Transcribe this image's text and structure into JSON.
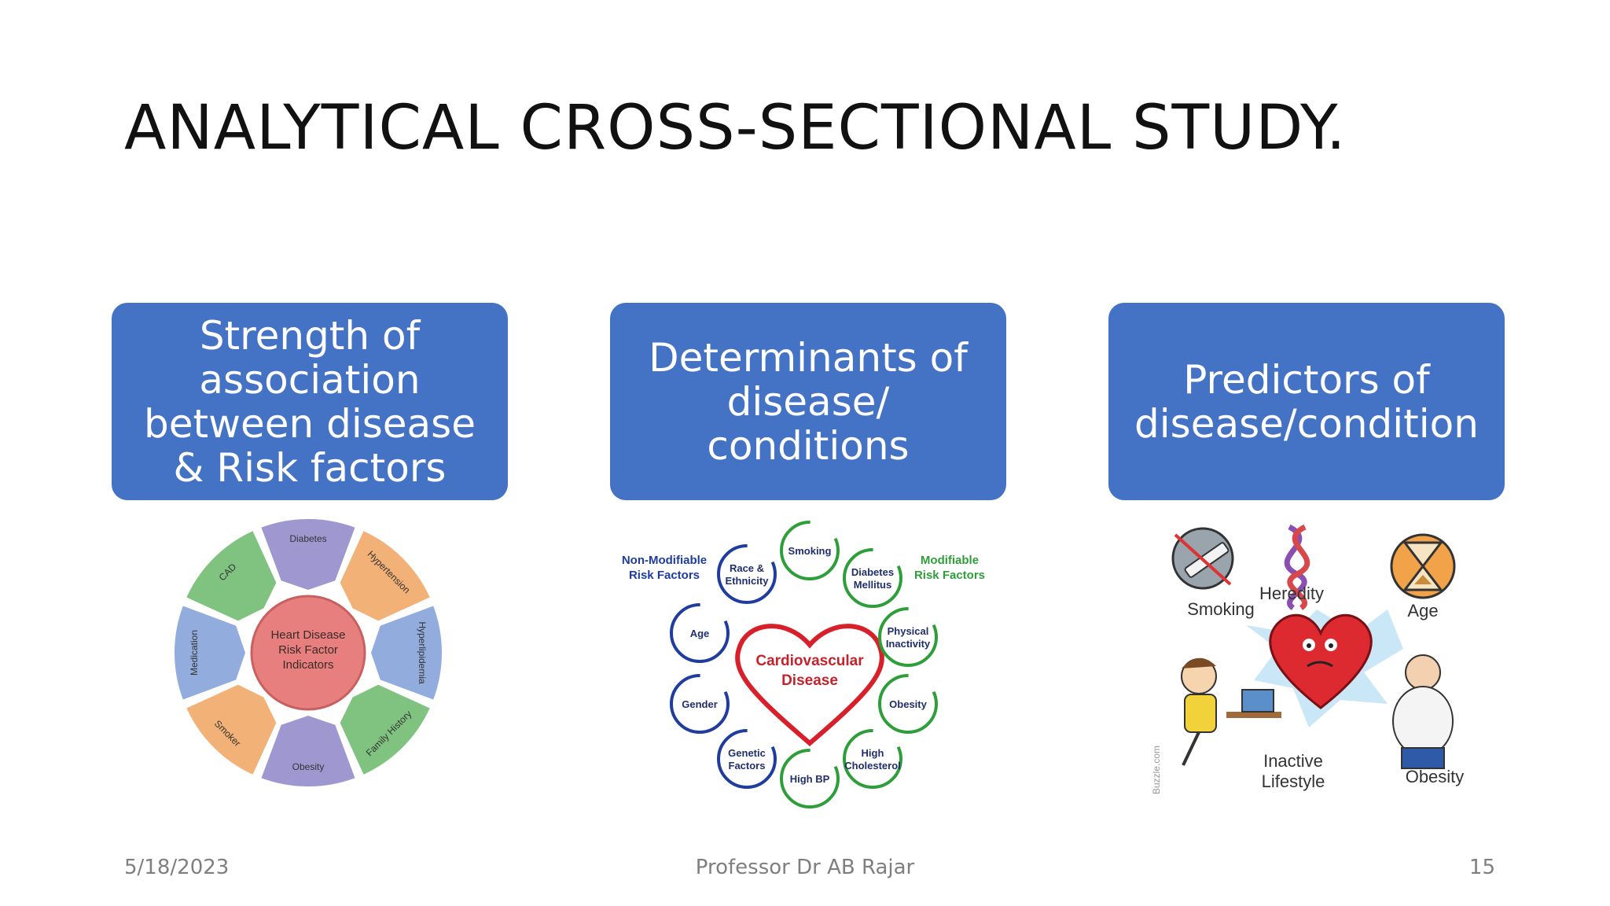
{
  "slide": {
    "title": "ANALYTICAL CROSS-SECTIONAL STUDY."
  },
  "boxes": [
    {
      "text": "Strength of\nassociation\nbetween disease\n& Risk factors"
    },
    {
      "text": "Determinants of\ndisease/\nconditions"
    },
    {
      "text": "Predictors of\ndisease/condition"
    }
  ],
  "wheel": {
    "center": [
      "Heart Disease",
      "Risk Factor",
      "Indicators"
    ],
    "segments": [
      "Diabetes",
      "Hypertension",
      "Hyperlipidemia",
      "Family History",
      "Obesity",
      "Smoker",
      "Medication",
      "CAD"
    ],
    "colors": [
      "#8e86c8",
      "#f0a35e",
      "#7f9ed8",
      "#6ab86a",
      "#8e86c8",
      "#f0a35e",
      "#7f9ed8",
      "#6ab86a"
    ]
  },
  "cvd": {
    "center": [
      "Cardiovascular",
      "Disease"
    ],
    "non_modifiable_label": [
      "Non-Modifiable",
      "Risk Factors"
    ],
    "modifiable_label": [
      "Modifiable",
      "Risk Factors"
    ],
    "non_modifiable": [
      [
        "Race &",
        "Ethnicity"
      ],
      [
        "Age"
      ],
      [
        "Gender"
      ],
      [
        "Genetic",
        "Factors"
      ]
    ],
    "modifiable": [
      [
        "Smoking"
      ],
      [
        "Diabetes",
        "Mellitus"
      ],
      [
        "Physical",
        "Inactivity"
      ],
      [
        "Obesity"
      ],
      [
        "High",
        "Cholesterol"
      ],
      [
        "High BP"
      ]
    ],
    "blue": "#1f3c9e",
    "green": "#2e9e3a",
    "red": "#d8202a"
  },
  "predictors": {
    "labels": [
      "Smoking",
      "Heredity",
      "Age",
      "Inactive",
      "Lifestyle",
      "Obesity"
    ],
    "watermark": "Buzzle.com"
  },
  "footer": {
    "date": "5/18/2023",
    "author": "Professor Dr AB Rajar",
    "page": "15"
  }
}
